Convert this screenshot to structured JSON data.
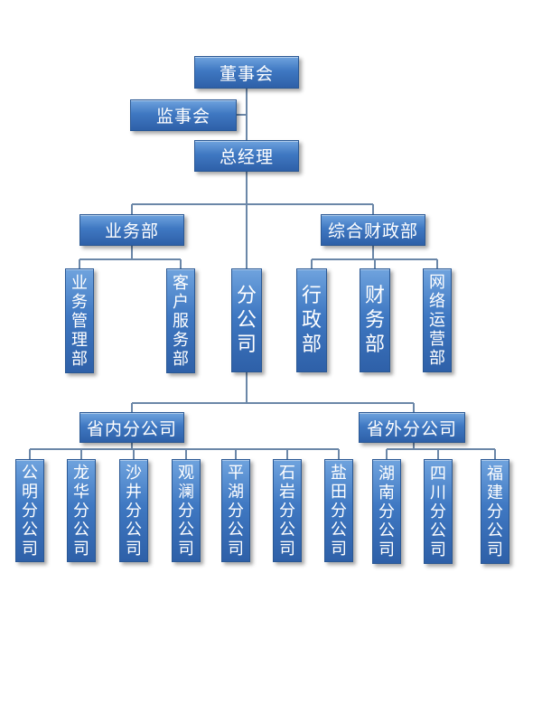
{
  "org": {
    "board": "董事会",
    "supervisory": "监事会",
    "gm": "总经理",
    "business_dept": "业务部",
    "finance_dept": "综合财政部",
    "business_mgmt": "业务管理部",
    "customer_service": "客户服务部",
    "branch": "分公司",
    "admin": "行政部",
    "finance": "财务部",
    "network_ops": "网络运营部",
    "in_province": "省内分公司",
    "out_province": "省外分公司",
    "gongming": "公明分公司",
    "longhua": "龙华分公司",
    "shajing": "沙井分公司",
    "guanlan": "观澜分公司",
    "pinghu": "平湖分公司",
    "shiyan": "石岩分公司",
    "yantian": "盐田分公司",
    "hunan": "湖南分公司",
    "sichuan": "四川分公司",
    "fujian": "福建分公司"
  },
  "colors": {
    "box_top": "#6fa3de",
    "box_bottom": "#2e60a8",
    "connector": "#6b87a8"
  }
}
